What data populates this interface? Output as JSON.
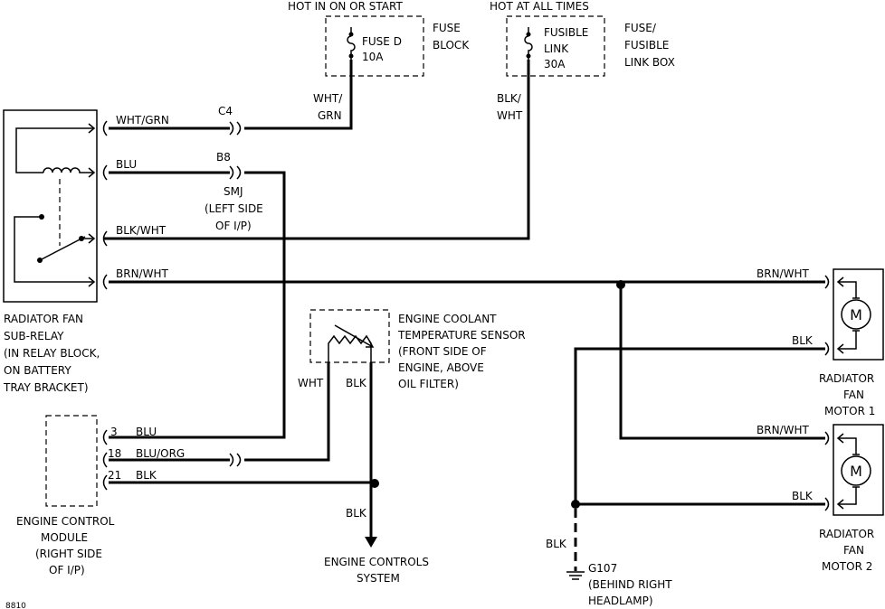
{
  "fuse_d": {
    "header": "HOT IN ON OR START",
    "name": "FUSE D",
    "rating": "10A",
    "box_line1": "FUSE",
    "box_line2": "BLOCK"
  },
  "fusible_link": {
    "header": "HOT AT ALL TIMES",
    "line1": "FUSIBLE",
    "line2": "LINK",
    "rating": "30A",
    "box_line1": "FUSE/",
    "box_line2": "FUSIBLE",
    "box_line3": "LINK BOX"
  },
  "wires": {
    "wht_grn_a": "WHT/",
    "wht_grn_b": "GRN",
    "blk_wht_a": "BLK/",
    "blk_wht_b": "WHT",
    "relay_wht_grn": "WHT/GRN",
    "relay_blu": "BLU",
    "relay_blk_wht": "BLK/WHT",
    "relay_brn_wht": "BRN/WHT",
    "motor1_brn_wht": "BRN/WHT",
    "motor1_blk": "BLK",
    "motor2_brn_wht": "BRN/WHT",
    "motor2_blk": "BLK",
    "sensor_wht": "WHT",
    "sensor_blk": "BLK",
    "ecm_pin3": "3",
    "ecm_pin3_color": "BLU",
    "ecm_pin18": "18",
    "ecm_pin18_color": "BLU/ORG",
    "ecm_pin21": "21",
    "ecm_pin21_color": "BLK",
    "engine_blk": "BLK",
    "ground_blk": "BLK"
  },
  "connectors": {
    "c4": "C4",
    "b8": "B8",
    "smj_line1": "SMJ",
    "smj_line2": "(LEFT SIDE",
    "smj_line3": "OF I/P)"
  },
  "relay": {
    "line1": "RADIATOR FAN",
    "line2": "SUB-RELAY",
    "line3": "(IN RELAY BLOCK,",
    "line4": "ON BATTERY",
    "line5": "TRAY BRACKET)"
  },
  "sensor": {
    "line1": "ENGINE COOLANT",
    "line2": "TEMPERATURE SENSOR",
    "line3": "(FRONT SIDE OF",
    "line4": "ENGINE, ABOVE",
    "line5": "OIL FILTER)"
  },
  "ecm": {
    "line1": "ENGINE CONTROL",
    "line2": "MODULE",
    "line3": "(RIGHT SIDE",
    "line4": "OF I/P)"
  },
  "engine_controls": {
    "line1": "ENGINE CONTROLS",
    "line2": "SYSTEM"
  },
  "ground": {
    "line1": "G107",
    "line2": "(BEHIND RIGHT",
    "line3": "HEADLAMP)"
  },
  "motor1": {
    "symbol": "M",
    "line1": "RADIATOR",
    "line2": "FAN",
    "line3": "MOTOR 1"
  },
  "motor2": {
    "symbol": "M",
    "line1": "RADIATOR",
    "line2": "FAN",
    "line3": "MOTOR 2"
  },
  "corner_code": "8810"
}
